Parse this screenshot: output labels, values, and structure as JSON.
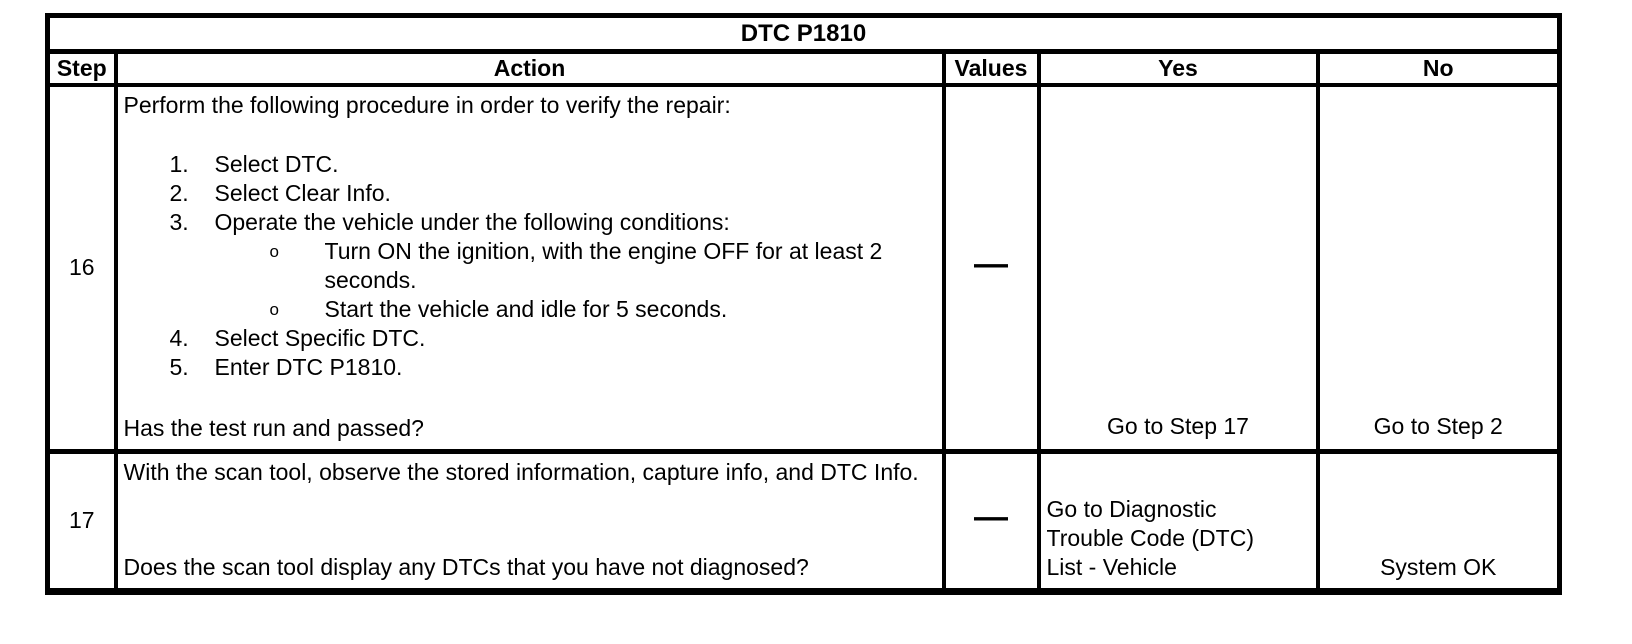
{
  "table": {
    "title": "DTC P1810",
    "columns": [
      "Step",
      "Action",
      "Values",
      "Yes",
      "No"
    ],
    "rows": [
      {
        "step": "16",
        "action": {
          "intro": "Perform the following procedure in order to verify the repair:",
          "steps": [
            {
              "num": "1.",
              "text": "Select DTC."
            },
            {
              "num": "2.",
              "text": "Select Clear Info."
            },
            {
              "num": "3.",
              "text": "Operate the vehicle under the following conditions:"
            },
            {
              "num": "4.",
              "text": "Select Specific DTC."
            },
            {
              "num": "5.",
              "text": "Enter DTC P1810."
            }
          ],
          "substeps": [
            {
              "bullet": "o",
              "text": "Turn ON the ignition, with the engine OFF for at least 2 seconds."
            },
            {
              "bullet": "o",
              "text": "Start the vehicle and idle for 5 seconds."
            }
          ],
          "question": "Has the test run and passed?"
        },
        "values": "—",
        "yes": "Go to Step 17",
        "no": "Go to Step 2"
      },
      {
        "step": "17",
        "action": {
          "intro": "With the scan tool, observe the stored information, capture info, and DTC Info.",
          "question": "Does the scan tool display any DTCs that you have not diagnosed?"
        },
        "values": "—",
        "yes_lines": [
          "Go to Diagnostic",
          "Trouble Code (DTC)",
          "List - Vehicle"
        ],
        "no": "System OK"
      }
    ]
  }
}
